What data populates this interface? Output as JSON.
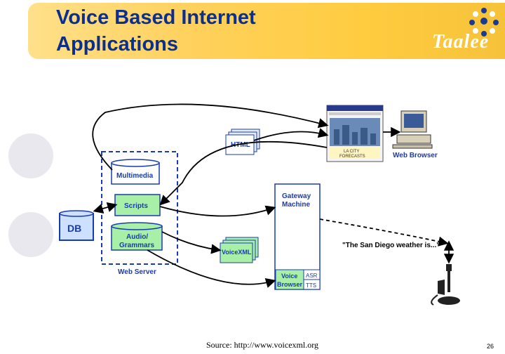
{
  "slide": {
    "title_line1": "Voice Based Internet",
    "title_line2": "Applications",
    "logo_text": "Taalee",
    "source": "Source: http://www.voicexml.org",
    "page_number": "26"
  },
  "diagram": {
    "html_doc": "HTML",
    "multimedia": "Multimedia",
    "scripts": "Scripts",
    "db": "DB",
    "audio_line1": "Audio/",
    "audio_line2": "Grammars",
    "web_server": "Web Server",
    "voicexml_doc": "VoiceXML",
    "gateway_line1": "Gateway",
    "gateway_line2": "Machine",
    "voice_browser_line1": "Voice",
    "voice_browser_line2": "Browser",
    "asr": "ASR",
    "tts": "TTS",
    "web_browser": "Web Browser",
    "speech_quote": "\"The San Diego weather is...\"",
    "forecast_line1": "LA CITY",
    "forecast_line2": "FORECASTS"
  },
  "colors": {
    "title_blue": "#0a2f8f",
    "band_yellow": "#ffd15c",
    "box_green": "#a8f0a8",
    "box_blue": "#1a3bb0",
    "label_blue": "#1a3bb0"
  }
}
